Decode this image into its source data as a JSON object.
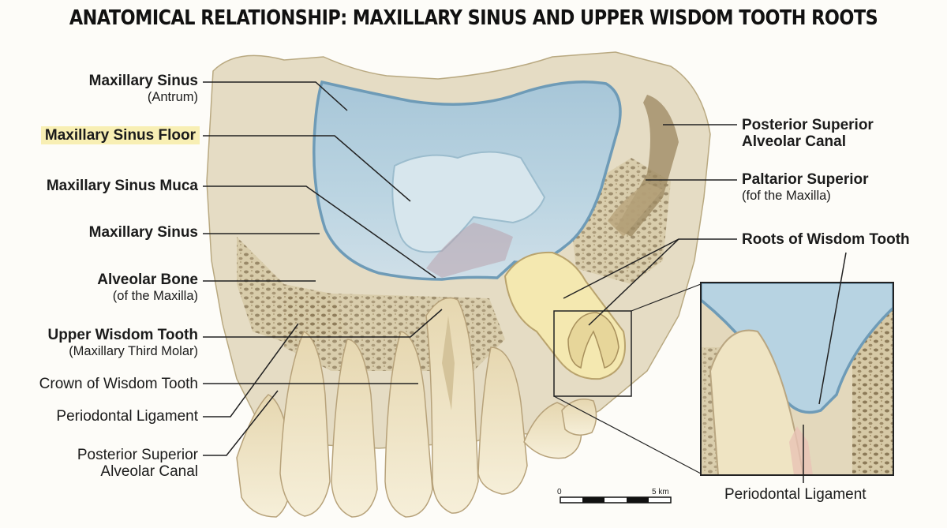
{
  "title": "ANATOMICAL RELATIONSHIP: MAXILLARY SINUS AND UPPER WISDOM TOOTH ROOTS",
  "labels_left": [
    {
      "main": "Maxillary Sinus",
      "sub": "(Antrum)",
      "bold": true,
      "highlight": false
    },
    {
      "main": "Maxillary Sinus Floor",
      "sub": "",
      "bold": true,
      "highlight": true
    },
    {
      "main": "Maxillary Sinus Muca",
      "sub": "",
      "bold": true,
      "highlight": false
    },
    {
      "main": "Maxillary Sinus",
      "sub": "",
      "bold": true,
      "highlight": false
    },
    {
      "main": "Alveolar Bone",
      "sub": "(of the Maxilla)",
      "bold": true,
      "highlight": false
    },
    {
      "main": "Upper Wisdom Tooth",
      "sub": "(Maxillary Third Molar)",
      "bold": true,
      "highlight": false
    },
    {
      "main": "Crown of Wisdom Tooth",
      "sub": "",
      "bold": false,
      "highlight": false
    },
    {
      "main": "Periodontal Ligament",
      "sub": "",
      "bold": false,
      "highlight": false
    },
    {
      "main": "Posterior Superior",
      "sub": "Alveolar Canal",
      "bold": false,
      "highlight": false
    }
  ],
  "labels_right": [
    {
      "main": "Posterior Superior",
      "sub": "Alveolar Canal",
      "bold": true
    },
    {
      "main": "Paltarior Superior",
      "sub": "(fof the Maxilla)",
      "bold": true
    },
    {
      "main": "Roots of Wisdom Tooth",
      "sub": "",
      "bold": true
    }
  ],
  "inset_label": "Periodontal Ligament",
  "scale_bar": {
    "start": "0",
    "end": "5 km"
  },
  "colors": {
    "bone": "#e5dcc4",
    "bone_dark": "#cbbd99",
    "sinus": "#b8d4e2",
    "sinus_edge": "#6e9bb7",
    "tooth": "#efe3bb",
    "wisdom_tooth": "#f4e8b0",
    "highlight": "#f8efb4"
  }
}
